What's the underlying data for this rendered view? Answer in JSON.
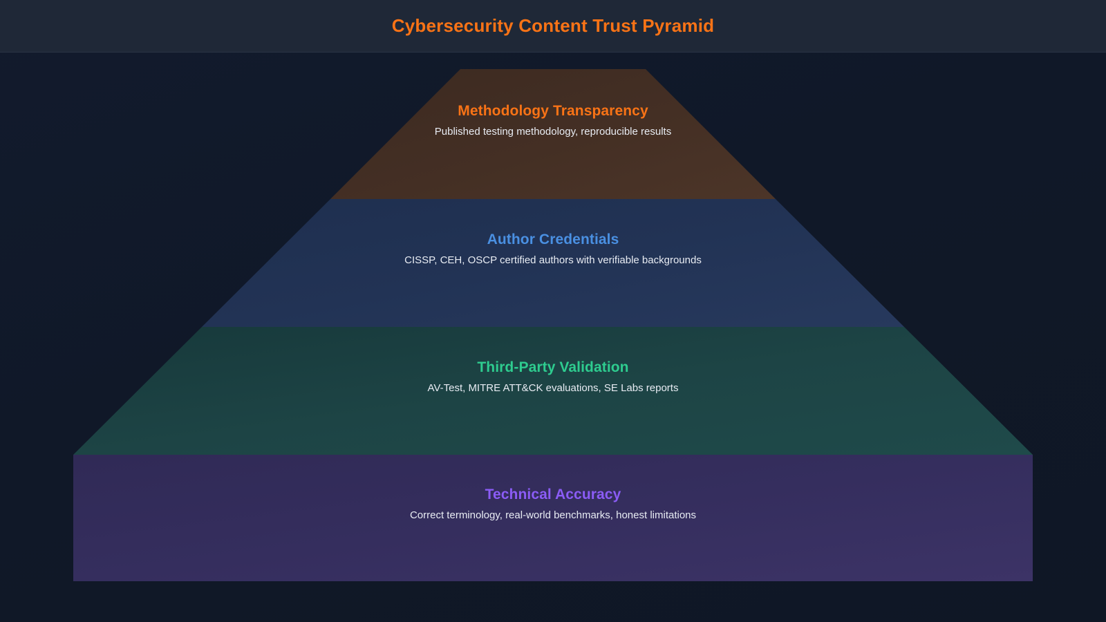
{
  "header": {
    "title": "Cybersecurity Content Trust Pyramid",
    "title_color": "#f97316",
    "background": "#1f2837"
  },
  "page": {
    "background": "#111a2b"
  },
  "pyramid": {
    "orientation": "apex-top",
    "tier_count": 4,
    "tiers": [
      {
        "level": 1,
        "title": "Methodology Transparency",
        "description": "Published testing methodology, reproducible results",
        "title_color": "#f97316",
        "fill_color": "#3d2b22",
        "fill_color_alt": "#4a3226",
        "top_half_width": 134,
        "bottom_half_width": 322,
        "shape": "trapezoid"
      },
      {
        "level": 2,
        "title": "Author Credentials",
        "description": "CISSP, CEH, OSCP certified authors with verifiable backgrounds",
        "title_color": "#4a90e2",
        "fill_color": "#223354",
        "fill_color_alt": "#1d2c48",
        "top_half_width": 322,
        "bottom_half_width": 508,
        "shape": "trapezoid"
      },
      {
        "level": 3,
        "title": "Third-Party Validation",
        "description": "AV-Test, MITRE ATT&CK evaluations, SE Labs reports",
        "title_color": "#2ecc8f",
        "fill_color": "#1d4445",
        "fill_color_alt": "#17383c",
        "top_half_width": 508,
        "bottom_half_width": 694,
        "shape": "trapezoid"
      },
      {
        "level": 4,
        "title": "Technical Accuracy",
        "description": "Correct terminology, real-world benchmarks, honest limitations",
        "title_color": "#8b5cf6",
        "fill_color": "#342d5c",
        "fill_color_alt": "#3b2f62",
        "top_half_width": 694,
        "bottom_half_width": 694,
        "shape": "rectangle"
      }
    ]
  }
}
